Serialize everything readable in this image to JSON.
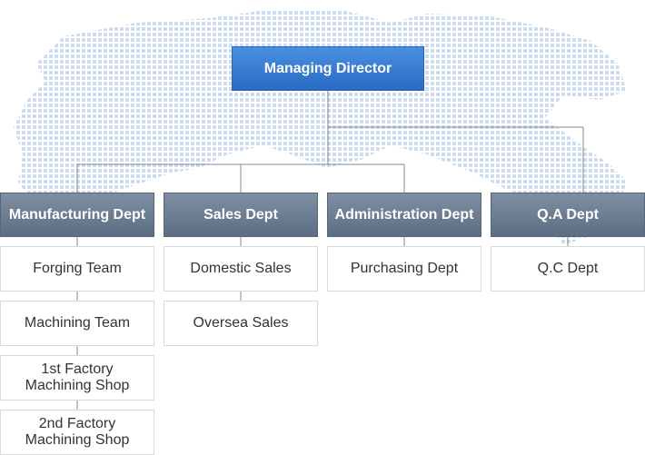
{
  "director": "Managing Director",
  "departments": [
    {
      "name": "Manufacturing Dept",
      "subs": [
        "Forging Team",
        "Machining Team",
        "1st Factory\nMachining Shop",
        "2nd Factory\nMachining Shop"
      ]
    },
    {
      "name": "Sales Dept",
      "subs": [
        "Domestic Sales",
        "Oversea Sales"
      ]
    },
    {
      "name": "Administration Dept",
      "subs": [
        "Purchasing Dept"
      ]
    },
    {
      "name": "Q.A Dept",
      "subs": [
        "Q.C Dept"
      ]
    }
  ],
  "colors": {
    "director": "#2f74cf",
    "dept": "#6b7a8f",
    "line": "#7f8c99",
    "map": "#c9d9ee"
  }
}
